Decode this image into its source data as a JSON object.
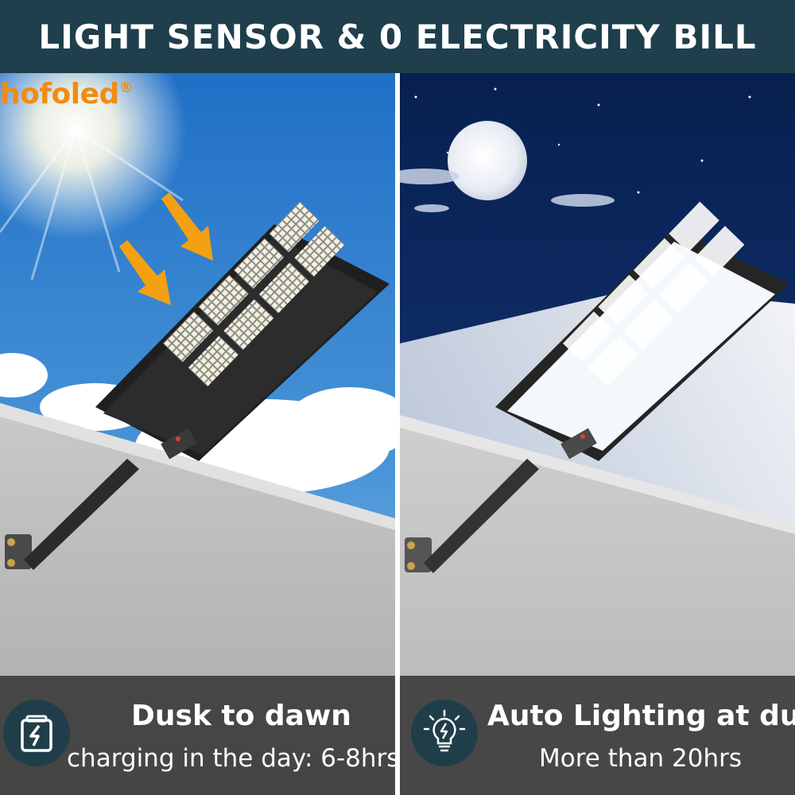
{
  "banner": {
    "title": "LIGHT SENSOR & 0 ELECTRICITY BILL"
  },
  "brand": {
    "name": "hofoled",
    "mark": "®",
    "color": "#f08c14"
  },
  "day_panel": {
    "heading": "Dusk to dawn",
    "subheading": "charging in the day: 6-8hrs",
    "icon": "battery-charging-icon"
  },
  "night_panel": {
    "heading": "Auto Lighting at dusk",
    "subheading": "More than 20hrs",
    "icon": "light-bulb-icon"
  },
  "colors": {
    "banner_bg": "#1f3f4c",
    "caption_bg": "#343434",
    "icon_circle": "#203e49",
    "arrow": "#f3a012",
    "day_sky": "#2f7fcf",
    "night_sky": "#0e2c66"
  }
}
